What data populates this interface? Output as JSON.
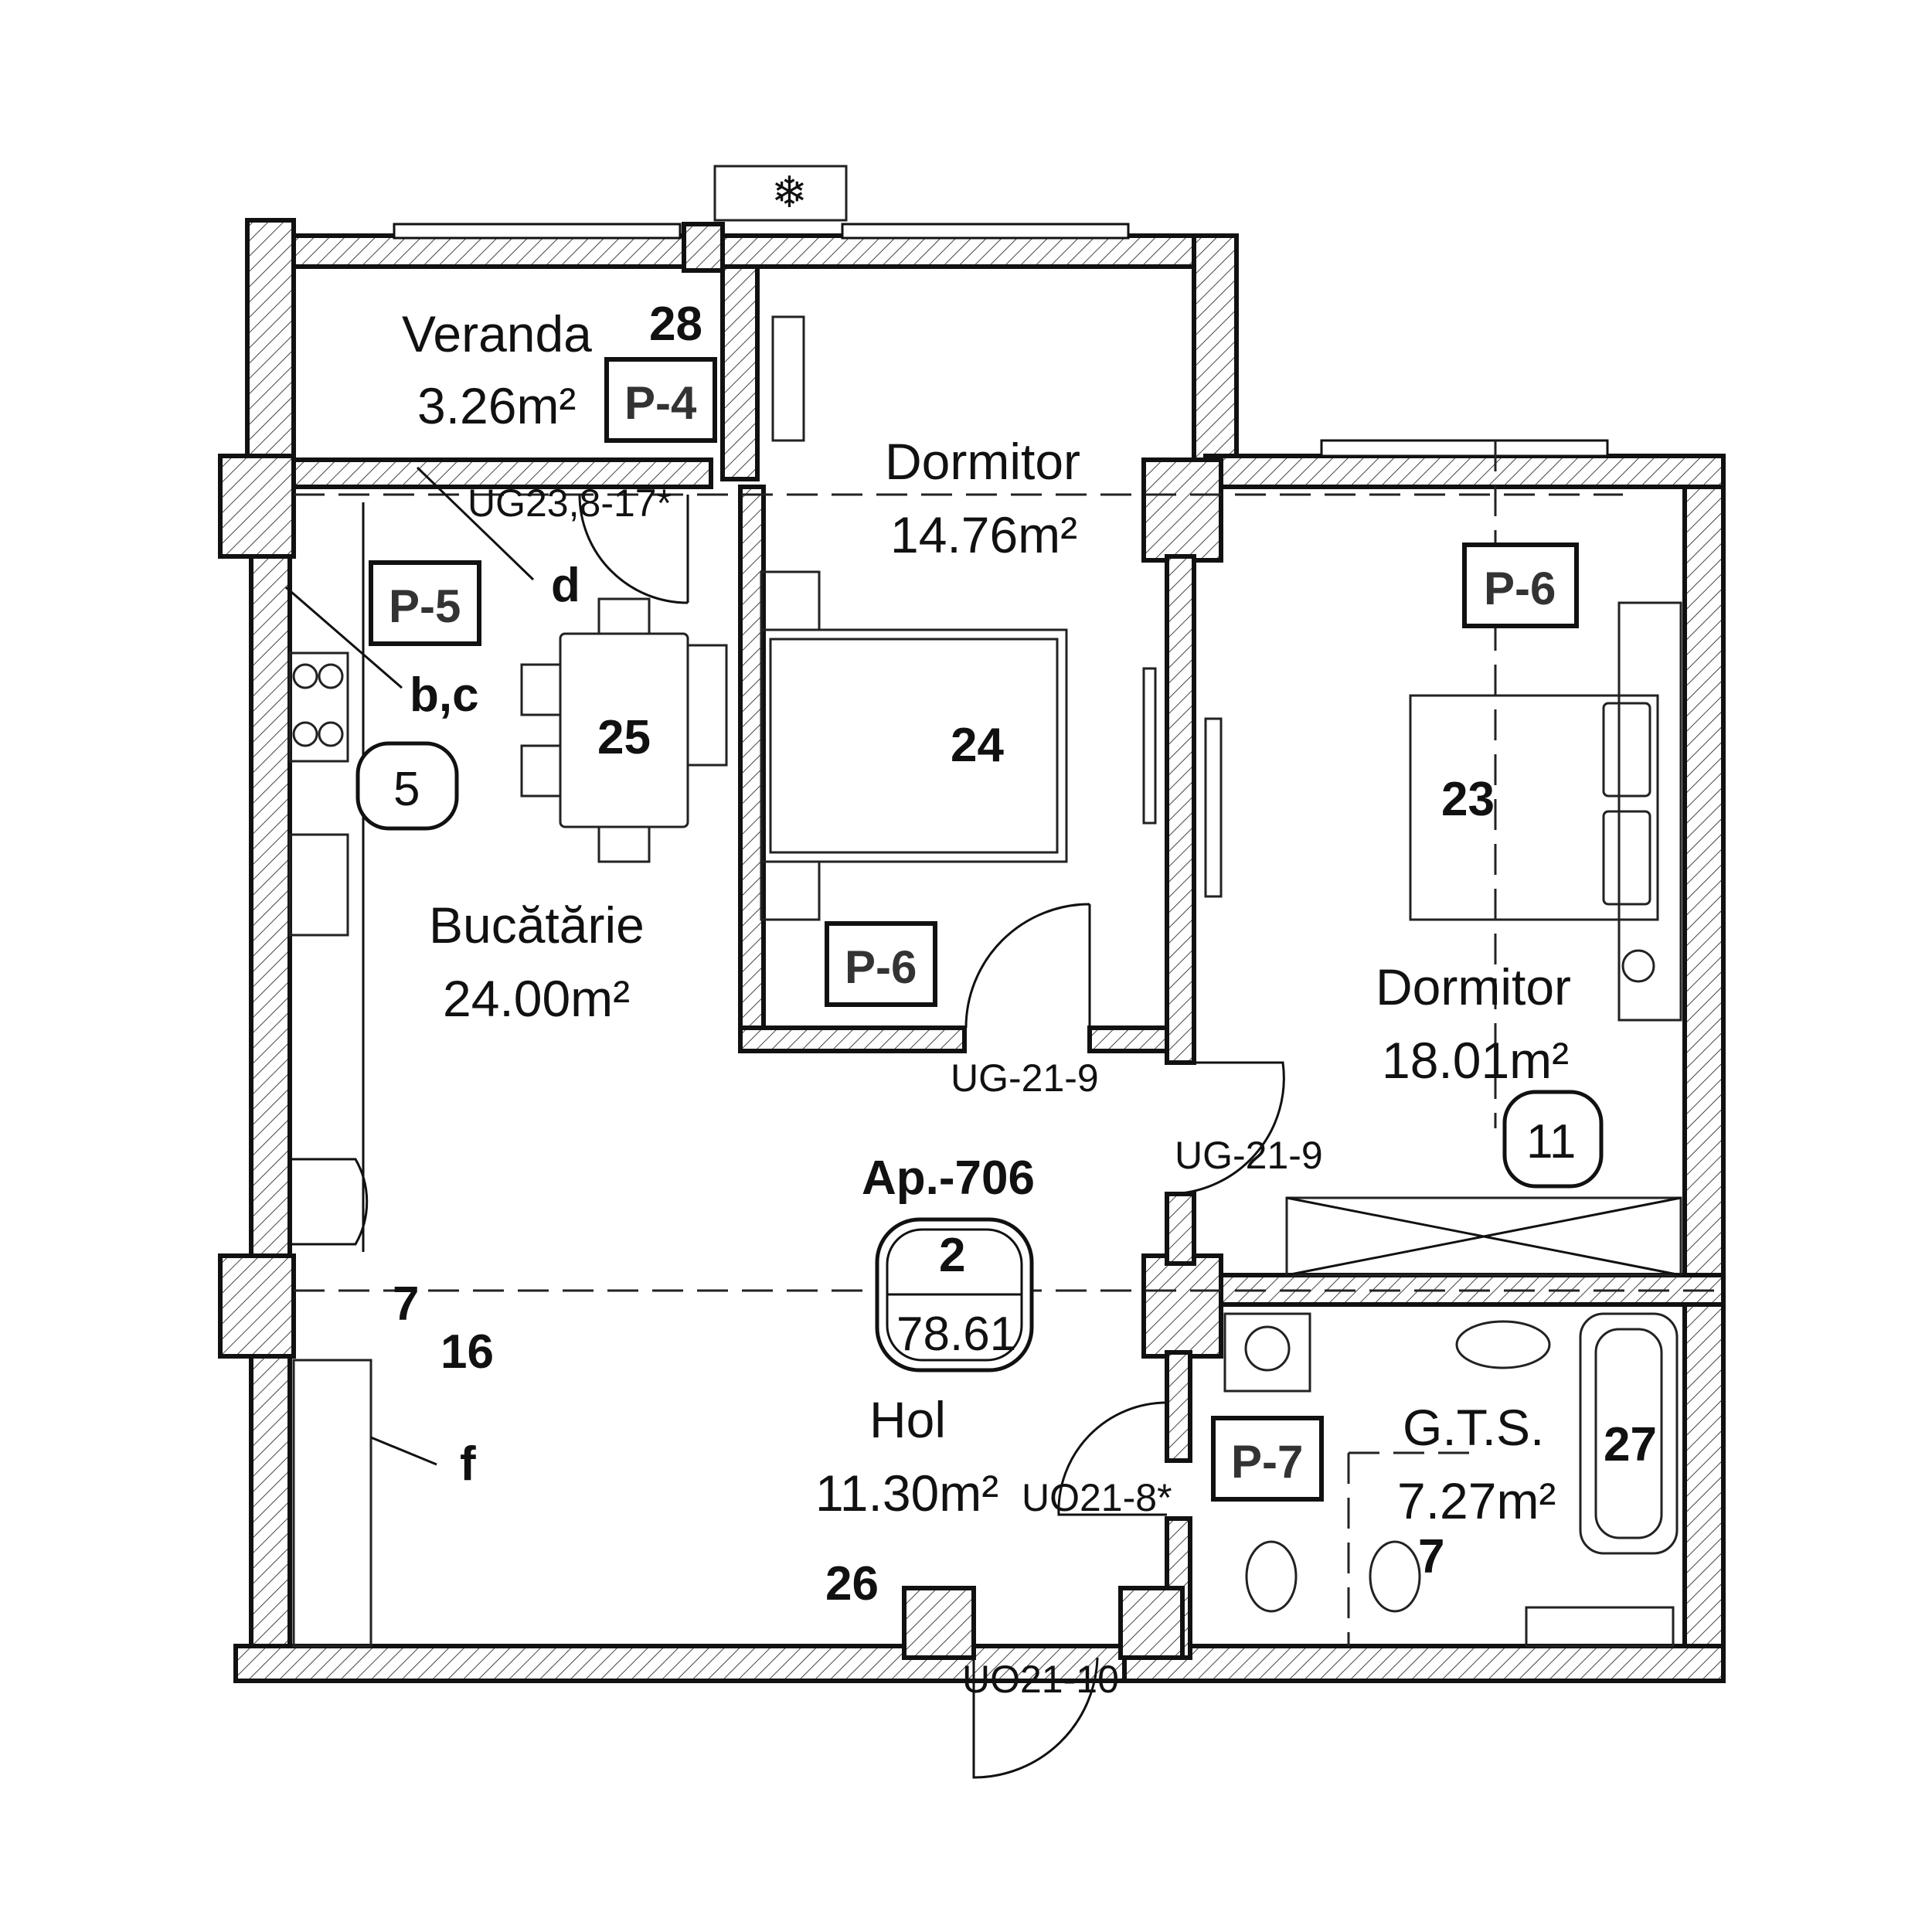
{
  "apartment": {
    "name": "Ap.-706",
    "rooms_count": "2",
    "total_area": "78.61"
  },
  "rooms": {
    "veranda": {
      "name": "Veranda",
      "area": "3.26m²"
    },
    "dormitor_small": {
      "name": "Dormitor",
      "area": "14.76m²"
    },
    "bucatarie": {
      "name": "Bucătărie",
      "area": "24.00m²"
    },
    "dormitor_large": {
      "name": "Dormitor",
      "area": "18.01m²"
    },
    "hol": {
      "name": "Hol",
      "area": "11.30m²"
    },
    "gts": {
      "name": "G.T.S.",
      "area": "7.27m²"
    }
  },
  "floor_tags": {
    "p4": "P-4",
    "p5": "P-5",
    "p6_small": "P-6",
    "p6_large": "P-6",
    "p7": "P-7"
  },
  "door_labels": {
    "ug23": "UG23,8-17*",
    "ug21_dormitor": "UG-21-9",
    "ug21_side": "UG-21-9",
    "uo21_8": "UO21-8*",
    "uo21_10": "UO21-10"
  },
  "item_numbers": {
    "n28": "28",
    "n25": "25",
    "n24": "24",
    "n23": "23",
    "n26": "26",
    "n27": "27",
    "n7_left": "7",
    "n16": "16",
    "n7_right": "7"
  },
  "callout_letters": {
    "d": "d",
    "bc": "b,c",
    "f": "f"
  },
  "circle_tags": {
    "c5": "5",
    "c11": "11"
  },
  "icons": [
    "snowflake-icon",
    "electric-panel-icon",
    "bed-icon",
    "table-icon",
    "stove-icon",
    "sink-icon",
    "bathtub-icon",
    "toilet-icon",
    "washing-machine-icon",
    "plant-icon"
  ]
}
